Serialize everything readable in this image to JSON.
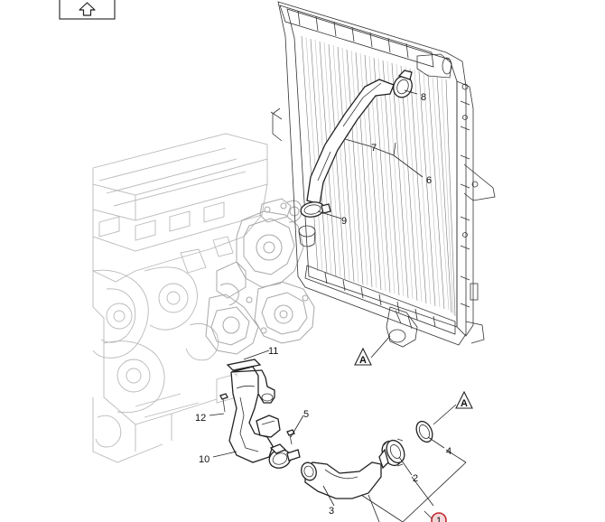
{
  "toolbar": {
    "up_button_icon": "up-arrow-icon"
  },
  "references": {
    "a_upper": "A",
    "a_lower": "A"
  },
  "callouts": {
    "c1": "1",
    "c2": "2",
    "c3": "3",
    "c4": "4",
    "c5": "5",
    "c6": "6",
    "c7": "7",
    "c8": "8",
    "c9": "9",
    "c10": "10",
    "c11": "11",
    "c12": "12"
  },
  "colors": {
    "line": "#222222",
    "ghost": "#b9b9b9",
    "highlight": "#c0272d"
  }
}
